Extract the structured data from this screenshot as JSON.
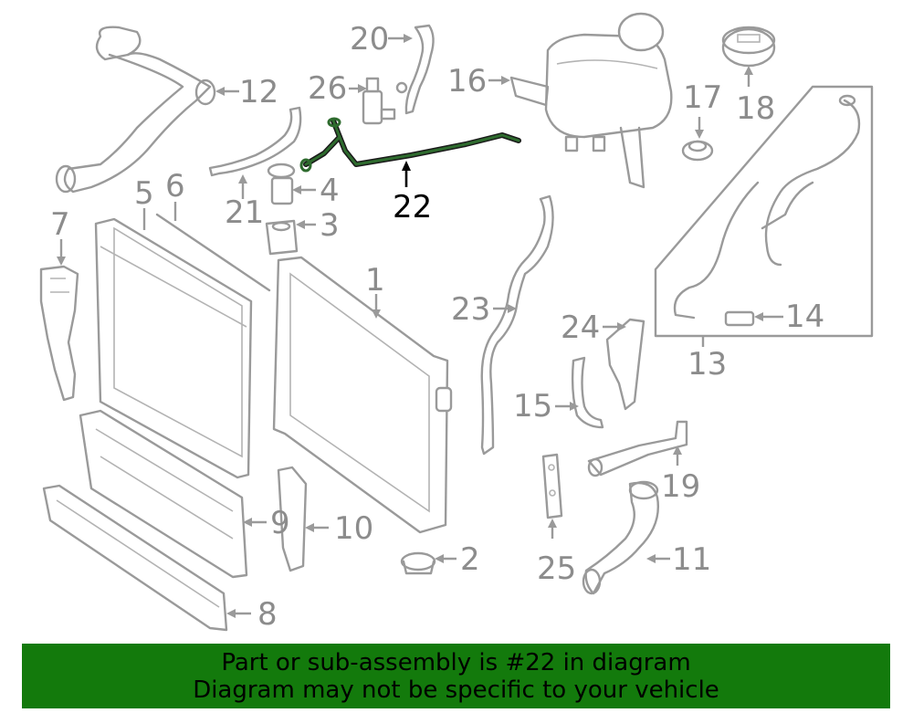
{
  "callouts": {
    "c1": "1",
    "c2": "2",
    "c3": "3",
    "c4": "4",
    "c5": "5",
    "c6": "6",
    "c7": "7",
    "c8": "8",
    "c9": "9",
    "c10": "10",
    "c11": "11",
    "c12": "12",
    "c13": "13",
    "c14": "14",
    "c15": "15",
    "c16": "16",
    "c17": "17",
    "c18": "18",
    "c19": "19",
    "c20": "20",
    "c21": "21",
    "c22": "22",
    "c23": "23",
    "c24": "24",
    "c25": "25",
    "c26": "26"
  },
  "highlighted_part": "22",
  "colors": {
    "banner_bg": "#137a0c",
    "highlight": "#2e6b2e",
    "part_line": "#9a9a9a"
  },
  "banner": {
    "line1": "Part or sub-assembly is #22 in diagram",
    "line2": "Diagram may not be specific to your vehicle"
  }
}
